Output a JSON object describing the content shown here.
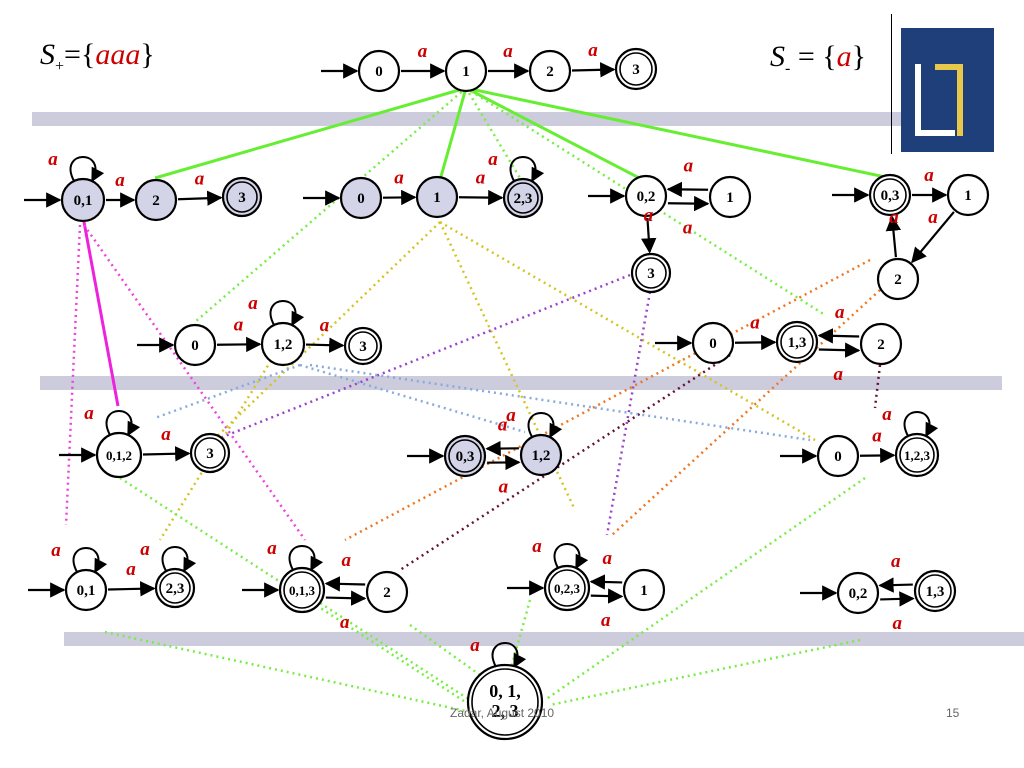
{
  "slide": {
    "s_plus": {
      "symbol": "S",
      "sub": "+",
      "eq": "={",
      "word": "aaa",
      "close": "}"
    },
    "s_minus": {
      "symbol": "S",
      "sub": "-",
      "eq": " = {",
      "word": "a",
      "close": "}"
    },
    "footer_text": "Zadar, August 2010",
    "page_number": "15"
  },
  "colors": {
    "red_label": "#cc0000",
    "band": "#ccccdd",
    "node_fill_shaded": "#d4d4e8",
    "green": "#66ee33",
    "magenta": "#ee22dd",
    "pink_dotted": "#ee44dd",
    "orange_dotted": "#ee7722",
    "yellow_dotted": "#d4c422",
    "blue_dotted": "#88aadd",
    "purple_dotted": "#9944cc",
    "darkred_dotted": "#661133",
    "light_green_dotted": "#77ee44"
  },
  "edge_label": "a",
  "nodes": [
    {
      "id": "t0",
      "label": "0",
      "final": false,
      "shade": false
    },
    {
      "id": "t1",
      "label": "1",
      "final": false,
      "shade": false
    },
    {
      "id": "t2",
      "label": "2",
      "final": false,
      "shade": false
    },
    {
      "id": "t3",
      "label": "3",
      "final": true,
      "shade": false
    },
    {
      "id": "a01",
      "label": "0,1",
      "final": false,
      "shade": true
    },
    {
      "id": "a2",
      "label": "2",
      "final": false,
      "shade": true
    },
    {
      "id": "a3",
      "label": "3",
      "final": true,
      "shade": true
    },
    {
      "id": "b0",
      "label": "0",
      "final": false,
      "shade": true
    },
    {
      "id": "b1",
      "label": "1",
      "final": false,
      "shade": true
    },
    {
      "id": "b23",
      "label": "2,3",
      "final": true,
      "shade": true
    },
    {
      "id": "c02",
      "label": "0,2",
      "final": false,
      "shade": false
    },
    {
      "id": "c1",
      "label": "1",
      "final": false,
      "shade": false
    },
    {
      "id": "c3",
      "label": "3",
      "final": true,
      "shade": false
    },
    {
      "id": "d03",
      "label": "0,3",
      "final": true,
      "shade": false
    },
    {
      "id": "d1",
      "label": "1",
      "final": false,
      "shade": false
    },
    {
      "id": "d2",
      "label": "2",
      "final": false,
      "shade": false
    },
    {
      "id": "e0",
      "label": "0",
      "final": false,
      "shade": false
    },
    {
      "id": "e12",
      "label": "1,2",
      "final": false,
      "shade": false
    },
    {
      "id": "e3",
      "label": "3",
      "final": true,
      "shade": false
    },
    {
      "id": "f0",
      "label": "0",
      "final": false,
      "shade": false
    },
    {
      "id": "f13",
      "label": "1,3",
      "final": true,
      "shade": false
    },
    {
      "id": "f2",
      "label": "2",
      "final": false,
      "shade": false
    },
    {
      "id": "g012",
      "label": "0,1,2",
      "final": false,
      "shade": false
    },
    {
      "id": "g3",
      "label": "3",
      "final": true,
      "shade": false
    },
    {
      "id": "h03",
      "label": "0,3",
      "final": true,
      "shade": true
    },
    {
      "id": "h12",
      "label": "1,2",
      "final": false,
      "shade": true
    },
    {
      "id": "i0",
      "label": "0",
      "final": false,
      "shade": false
    },
    {
      "id": "i123",
      "label": "1,2,3",
      "final": true,
      "shade": false
    },
    {
      "id": "j01",
      "label": "0,1",
      "final": false,
      "shade": false
    },
    {
      "id": "j23",
      "label": "2,3",
      "final": true,
      "shade": false
    },
    {
      "id": "k013",
      "label": "0,1,3",
      "final": true,
      "shade": false
    },
    {
      "id": "k2",
      "label": "2",
      "final": false,
      "shade": false
    },
    {
      "id": "l023",
      "label": "0,2,3",
      "final": true,
      "shade": false
    },
    {
      "id": "l1",
      "label": "1",
      "final": false,
      "shade": false
    },
    {
      "id": "m02",
      "label": "0,2",
      "final": false,
      "shade": false
    },
    {
      "id": "m13",
      "label": "1,3",
      "final": true,
      "shade": false
    },
    {
      "id": "z0123",
      "label": "0,  1,\n2, 3",
      "final": true,
      "shade": false
    }
  ],
  "transitions": [
    {
      "from": "t0",
      "to": "t1"
    },
    {
      "from": "t1",
      "to": "t2"
    },
    {
      "from": "t2",
      "to": "t3"
    },
    {
      "from": "a01",
      "to": "a01"
    },
    {
      "from": "a01",
      "to": "a2"
    },
    {
      "from": "a2",
      "to": "a3"
    },
    {
      "from": "b0",
      "to": "b1"
    },
    {
      "from": "b1",
      "to": "b23"
    },
    {
      "from": "b23",
      "to": "b23"
    },
    {
      "from": "c02",
      "to": "c1"
    },
    {
      "from": "c1",
      "to": "c02"
    },
    {
      "from": "c02",
      "to": "c3"
    },
    {
      "from": "d03",
      "to": "d1"
    },
    {
      "from": "d1",
      "to": "d2"
    },
    {
      "from": "d2",
      "to": "d03"
    },
    {
      "from": "e0",
      "to": "e12"
    },
    {
      "from": "e12",
      "to": "e12"
    },
    {
      "from": "e12",
      "to": "e3"
    },
    {
      "from": "f0",
      "to": "f13"
    },
    {
      "from": "f13",
      "to": "f2"
    },
    {
      "from": "f2",
      "to": "f13"
    },
    {
      "from": "g012",
      "to": "g012"
    },
    {
      "from": "g012",
      "to": "g3"
    },
    {
      "from": "h03",
      "to": "h12"
    },
    {
      "from": "h12",
      "to": "h12"
    },
    {
      "from": "h12",
      "to": "h03"
    },
    {
      "from": "i0",
      "to": "i123"
    },
    {
      "from": "i123",
      "to": "i123"
    },
    {
      "from": "j01",
      "to": "j01"
    },
    {
      "from": "j01",
      "to": "j23"
    },
    {
      "from": "j23",
      "to": "j23"
    },
    {
      "from": "k013",
      "to": "k013"
    },
    {
      "from": "k013",
      "to": "k2"
    },
    {
      "from": "k2",
      "to": "k013"
    },
    {
      "from": "l023",
      "to": "l023"
    },
    {
      "from": "l023",
      "to": "l1"
    },
    {
      "from": "l1",
      "to": "l023"
    },
    {
      "from": "m02",
      "to": "m13"
    },
    {
      "from": "m13",
      "to": "m02"
    },
    {
      "from": "z0123",
      "to": "z0123"
    }
  ]
}
